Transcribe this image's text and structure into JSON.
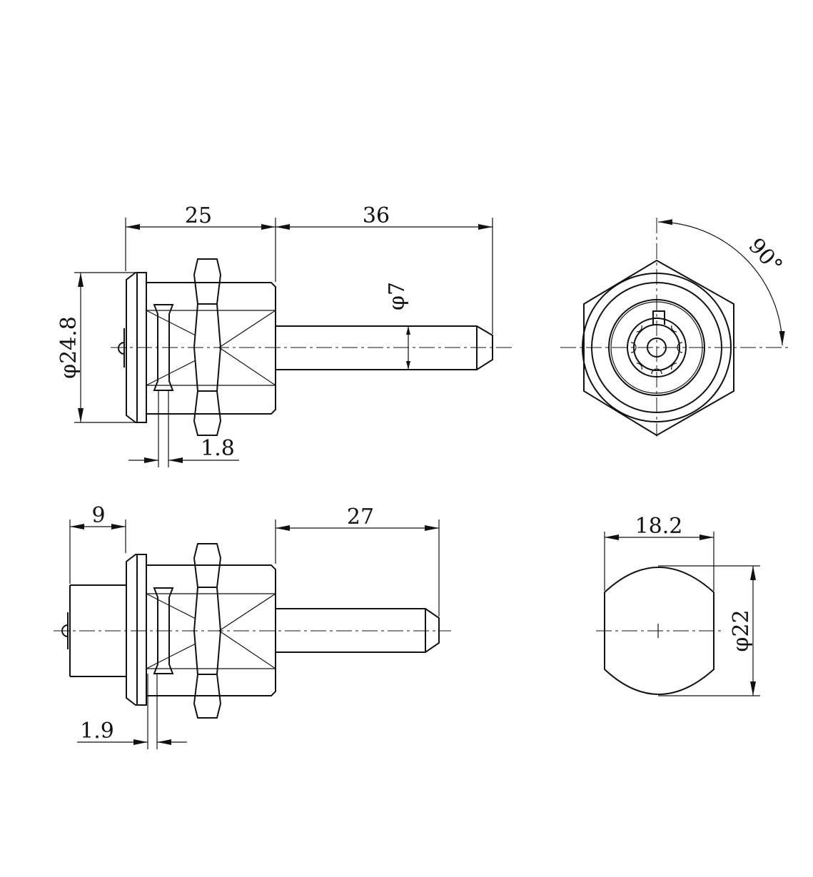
{
  "drawing": {
    "front_view": {
      "length_body": "25",
      "length_shaft": "36",
      "flange_diameter": "φ24.8",
      "shaft_diameter": "φ7",
      "washer_thickness": "1.8"
    },
    "front_view_alt": {
      "cylinder_length": "9",
      "shaft_length": "27",
      "washer_thickness": "1.9"
    },
    "end_view": {
      "rotation_angle": "90°"
    },
    "cam_view": {
      "width": "18.2",
      "diameter": "φ22"
    }
  }
}
